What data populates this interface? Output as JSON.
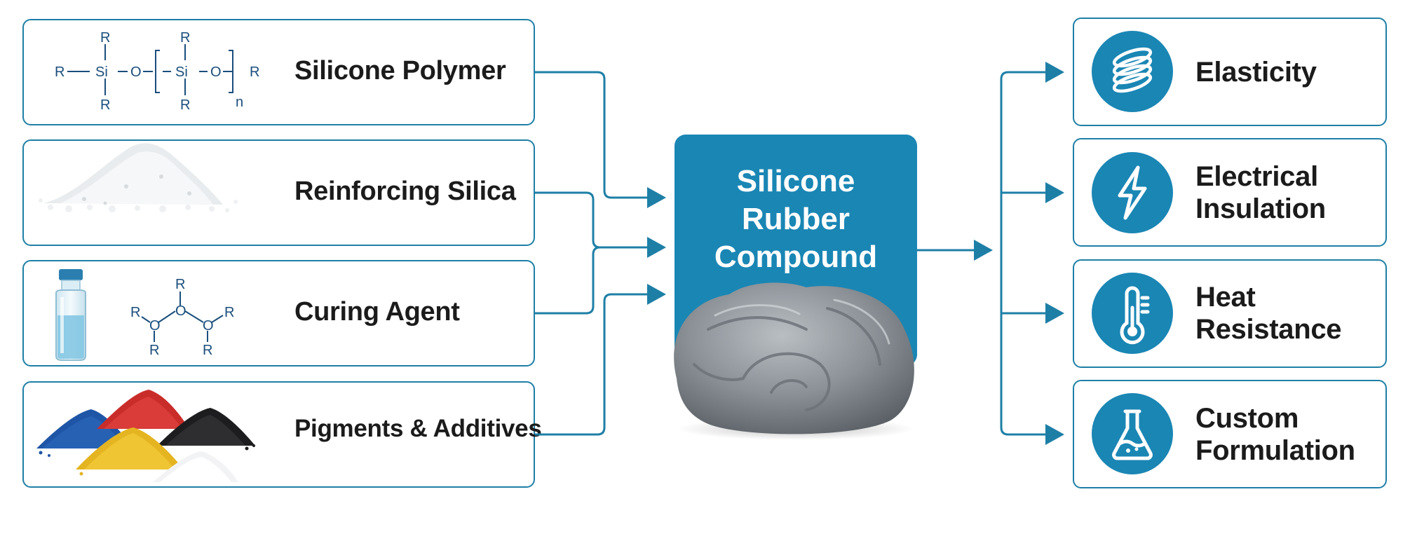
{
  "inputs": [
    {
      "label": "Silicone Polymer",
      "icon": "polymer-structure-icon"
    },
    {
      "label": "Reinforcing Silica",
      "icon": "silica-powder-icon"
    },
    {
      "label": "Curing Agent",
      "icon": "curing-agent-vial-icon"
    },
    {
      "label": "Pigments & Additives",
      "icon": "pigment-powders-icon"
    }
  ],
  "polymer_formula": {
    "r": "R",
    "si": "Si",
    "o": "O",
    "n": "n"
  },
  "curing_formula": {
    "r": "R",
    "o": "O"
  },
  "center": {
    "line1": "Silicone",
    "line2": "Rubber",
    "line3": "Compound"
  },
  "outputs": [
    {
      "line1": "Elasticity",
      "line2": "",
      "icon": "spring-icon"
    },
    {
      "line1": "Electrical",
      "line2": "Insulation",
      "icon": "lightning-icon"
    },
    {
      "line1": "Heat",
      "line2": "Resistance",
      "icon": "thermometer-icon"
    },
    {
      "line1": "Custom",
      "line2": "Formulation",
      "icon": "flask-icon"
    }
  ],
  "colors": {
    "accent": "#1a86b4",
    "border": "#1e7fa6",
    "rubber": "#8a9096"
  }
}
